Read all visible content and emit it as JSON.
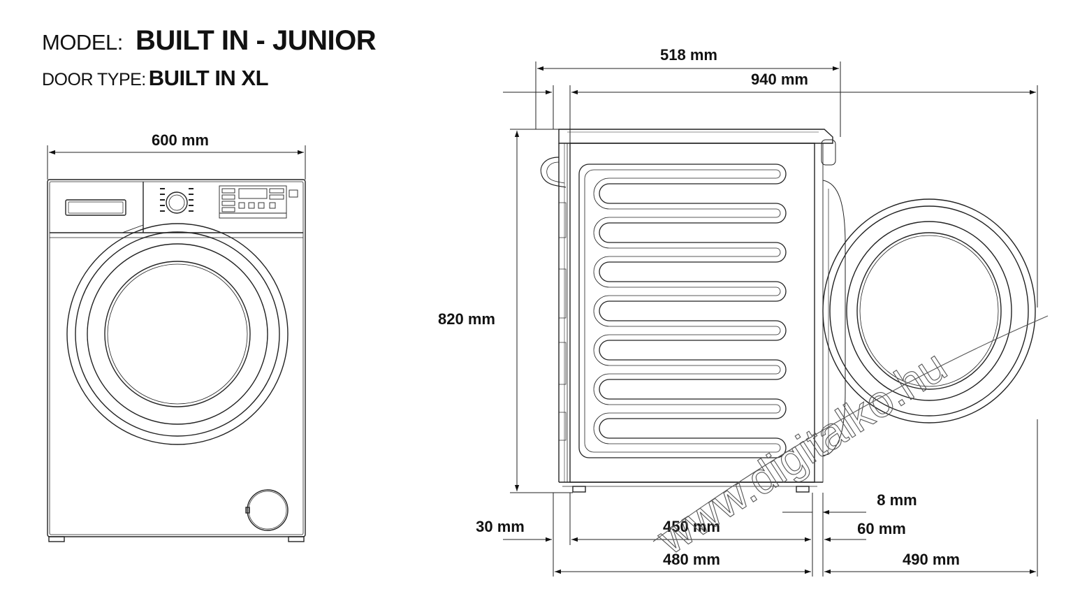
{
  "header": {
    "model_label": "MODEL:",
    "model_value": "BUILT IN - JUNIOR",
    "door_label": "DOOR TYPE:",
    "door_value": "BUILT IN XL"
  },
  "dimensions": {
    "front_width": "600 mm",
    "side_depth": "518 mm",
    "depth_door_open": "940 mm",
    "height": "820 mm",
    "foot_offset": "30 mm",
    "body_depth": "450 mm",
    "total_depth": "480 mm",
    "door_gap": "8 mm",
    "door_thickness": "60 mm",
    "door_diameter": "490 mm"
  },
  "watermark": "www.digitalko.hu"
}
